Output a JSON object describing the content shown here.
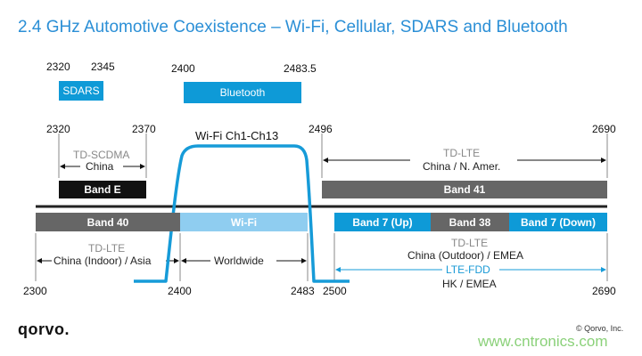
{
  "title": "2.4 GHz Automotive Coexistence – Wi-Fi, Cellular, SDARS and Bluetooth",
  "colors": {
    "blue": "#0e9ad7",
    "lightblue": "#8fcdf0",
    "dark": "#111111",
    "gray": "#666666",
    "curve": "#169bd8"
  },
  "top_freqs": {
    "sdars_lo": "2320",
    "sdars_hi": "2345",
    "bt_lo": "2400",
    "bt_hi": "2483.5"
  },
  "top_bands": {
    "sdars": "SDARS",
    "bluetooth": "Bluetooth"
  },
  "mid_freqs": {
    "f2320": "2320",
    "f2370": "2370",
    "f2496": "2496",
    "f2690": "2690"
  },
  "band_e": {
    "tech": "TD-SCDMA",
    "region": "China",
    "label": "Band E"
  },
  "band_41": {
    "tech": "TD-LTE",
    "region": "China / N. Amer.",
    "label": "Band 41"
  },
  "wifi_channels": "Wi-Fi Ch1-Ch13",
  "lower_bands": {
    "band40": "Band 40",
    "wifi": "Wi-Fi",
    "band7up": "Band 7 (Up)",
    "band38": "Band 38",
    "band7down": "Band 7 (Down)"
  },
  "lower_left": {
    "tech": "TD-LTE",
    "region": "China (Indoor) / Asia"
  },
  "wifi_region": "Worldwide",
  "lower_right": {
    "tech": "TD-LTE",
    "region": "China (Outdoor) / EMEA",
    "fdd": "LTE-FDD",
    "fdd_region": "HK / EMEA"
  },
  "bottom_freqs": {
    "f2300": "2300",
    "f2400": "2400",
    "f2483": "2483",
    "f2500": "2500",
    "f2690": "2690"
  },
  "footer": {
    "logo": "qorvo.",
    "copyright": "© Qorvo, Inc.",
    "watermark": "www.cntronics.com"
  }
}
